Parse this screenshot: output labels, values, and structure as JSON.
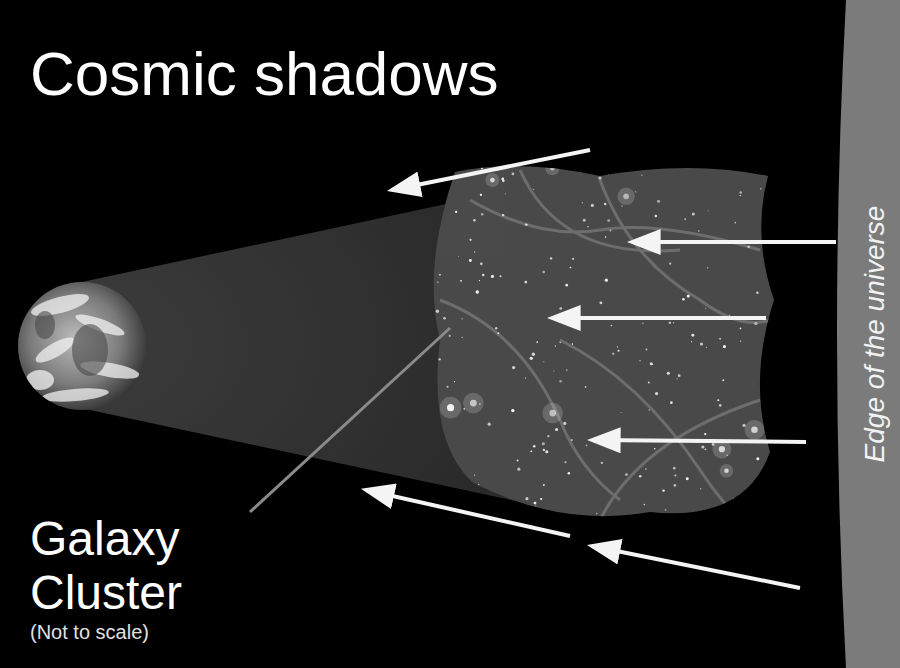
{
  "diagram": {
    "title": "Cosmic shadows",
    "nodes": [
      {
        "text": [
          "Edge of the universe"
        ]
      }
    ],
    "labels": [
      "Galaxy Cluster",
      "(Not to scale)"
    ]
  }
}
